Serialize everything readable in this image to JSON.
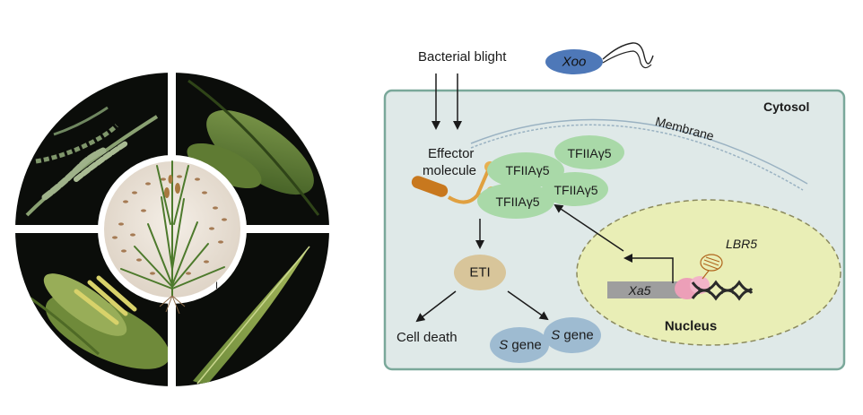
{
  "labels": {
    "bacterial_blight": "Bacterial blight",
    "xoo": "Xoo",
    "cytosol": "Cytosol",
    "membrane": "Membrane",
    "effector_line1": "Effector",
    "effector_line2": "molecule",
    "tfiia": "TFIIAγ5",
    "eti": "ETI",
    "cell_death": "Cell death",
    "s_gene_italic": "S",
    "s_gene_rest": " gene",
    "lbr5": "LBR5",
    "xa5": "Xa5",
    "nucleus": "Nucleus",
    "scale_bar": "I"
  },
  "colors": {
    "cytosol_fill": "#dfe9e8",
    "cytosol_border": "#7aa89a",
    "nucleus_fill": "#e9eeb6",
    "tfiia_fill": "#a9d9a8",
    "eti_fill": "#d8c59a",
    "s_gene_fill": "#9ebbd1",
    "xoo_fill": "#4e78b8",
    "effector_fill": "#c8781e",
    "xa5_fill": "#9e9e9e",
    "lbr5_fill": "#ec9fb8",
    "dna": "#2a2a2a",
    "photo_bg": "#0b0d0a"
  }
}
